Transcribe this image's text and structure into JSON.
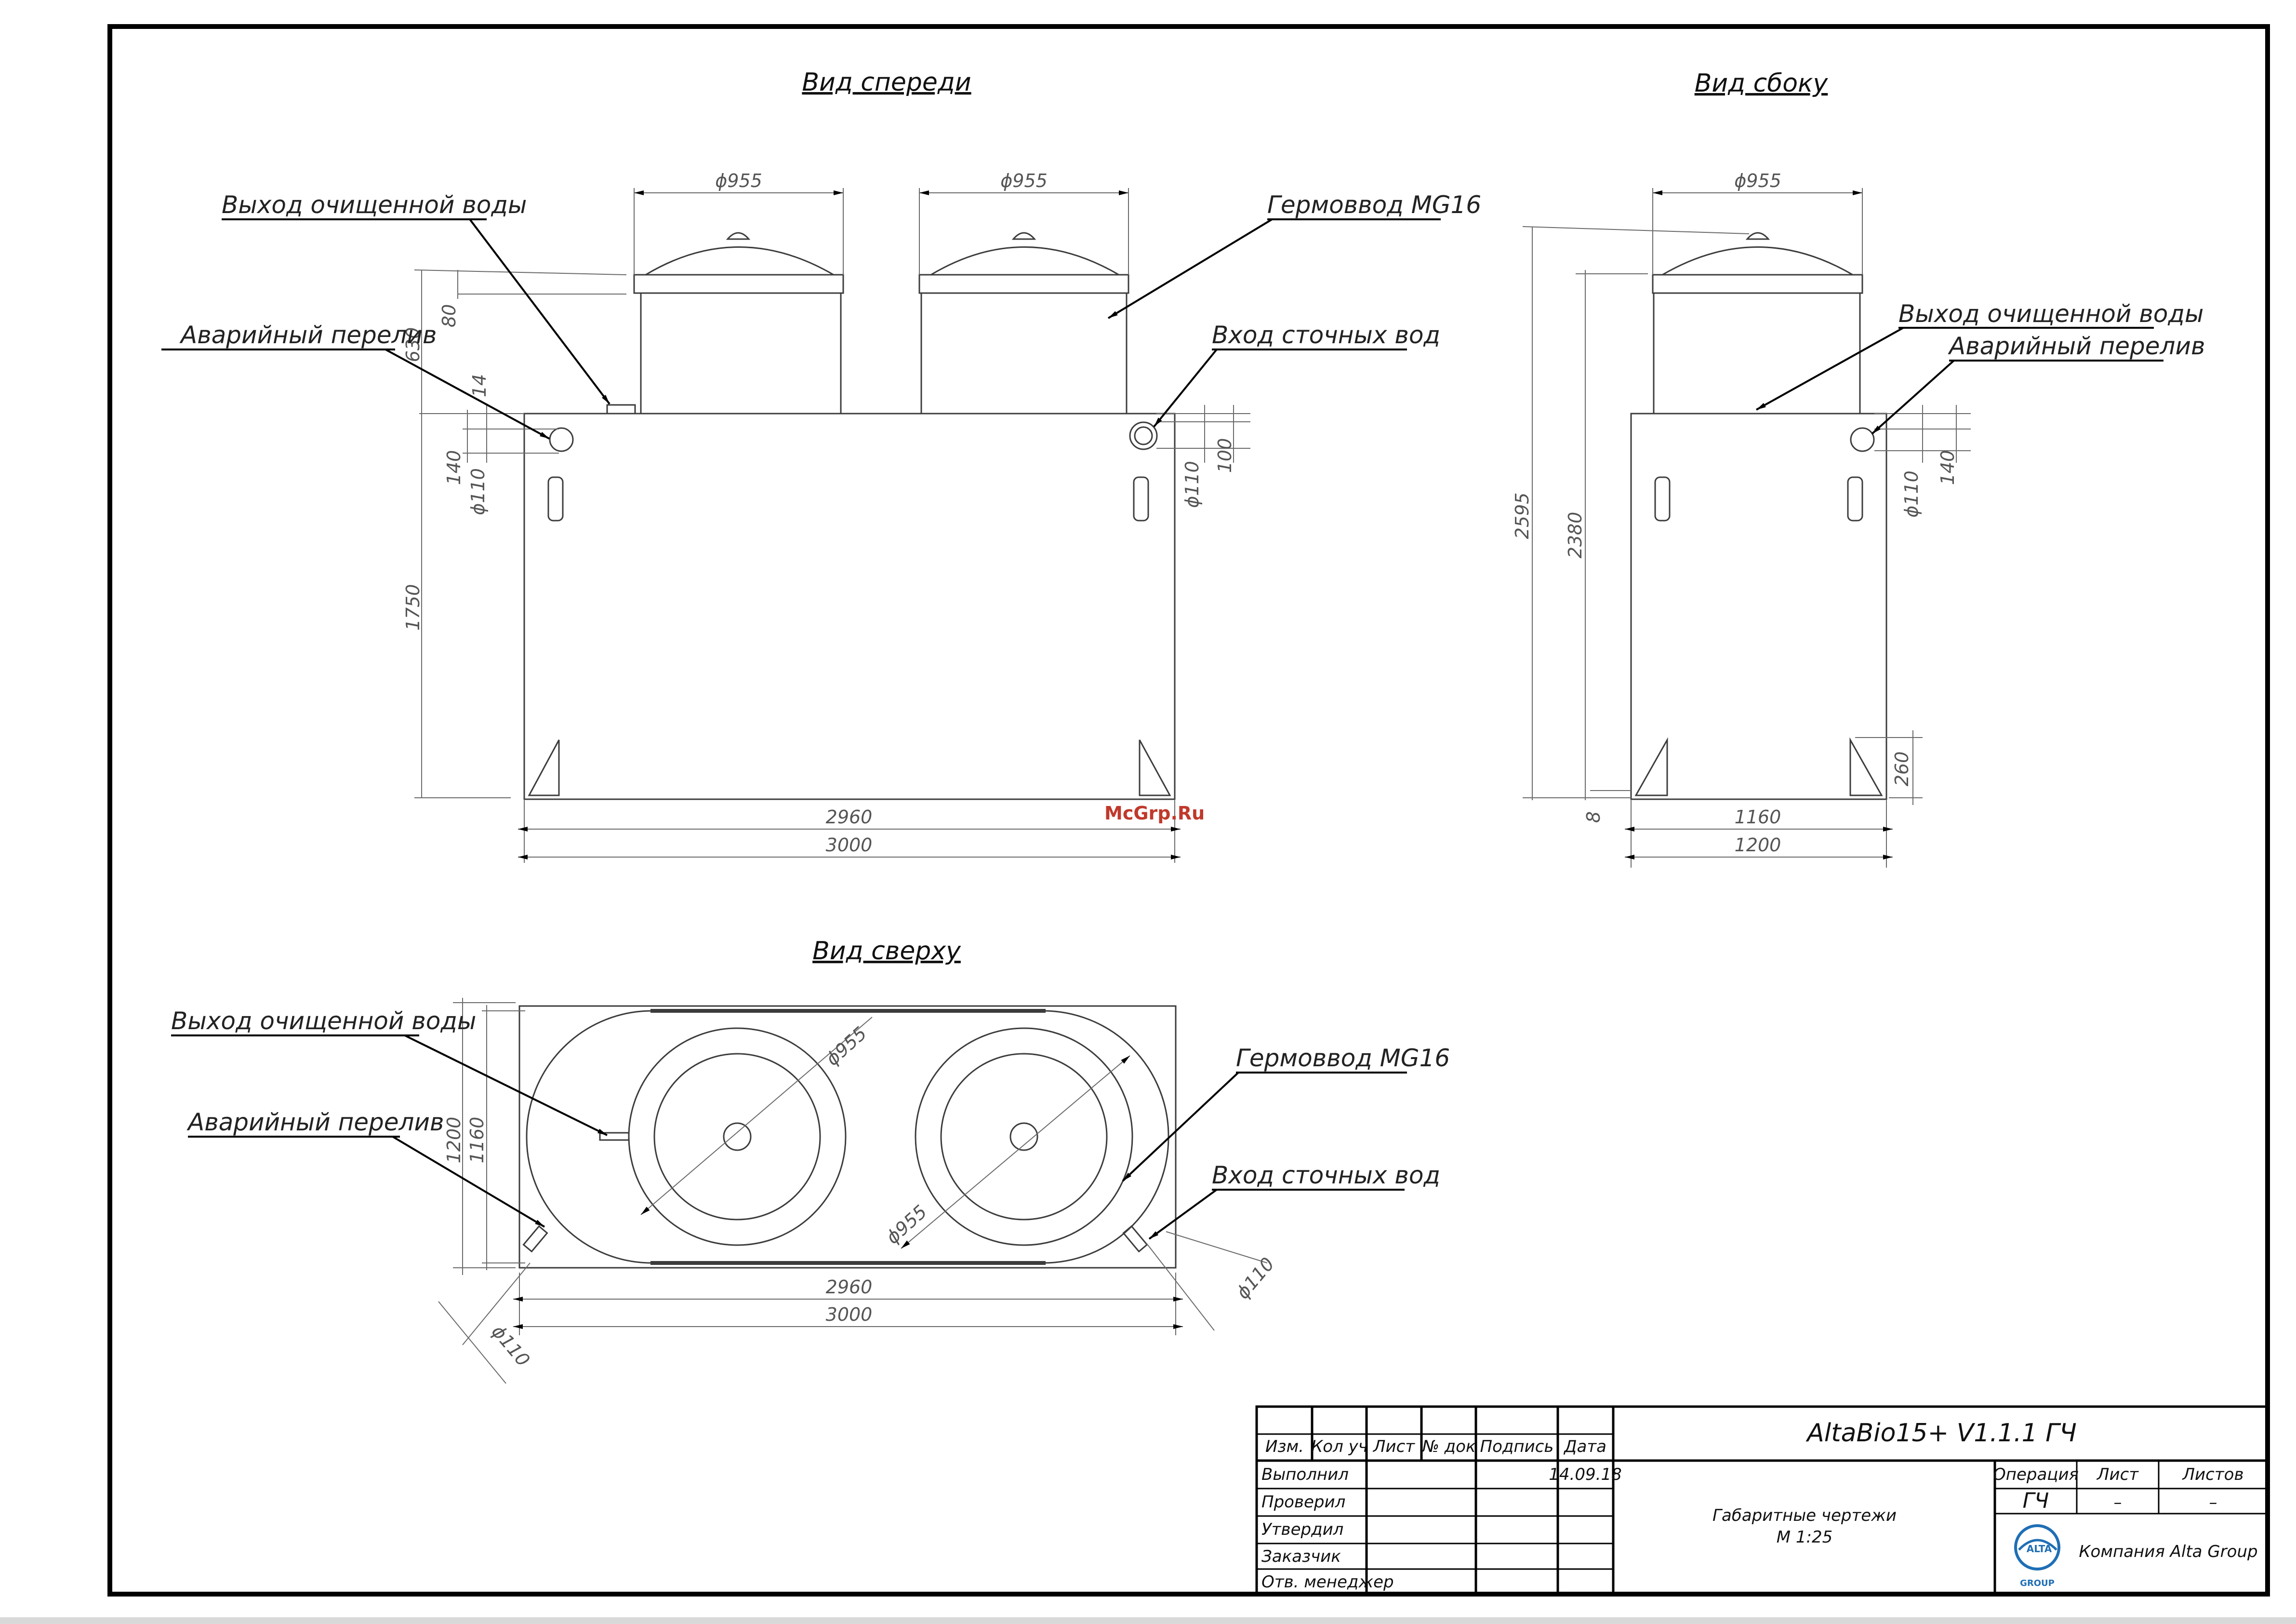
{
  "views": {
    "front": "Вид спереди",
    "side": "Вид сбоку",
    "top": "Вид сверху"
  },
  "callouts": {
    "front_outlet": "Выход очищенной воды",
    "front_overflow": "Аварийный перелив",
    "front_gland": "Гермоввод MG16",
    "front_inlet": "Вход сточных вод",
    "side_outlet": "Выход очищенной воды",
    "side_overflow": "Аварийный перелив",
    "top_outlet": "Выход очищенной воды",
    "top_overflow": "Аварийный перелив",
    "top_gland": "Гермоввод MG16",
    "top_inlet": "Вход сточных вод"
  },
  "dimensions": {
    "front": {
      "dia_left": "ϕ955",
      "dia_right": "ϕ955",
      "d80": "80",
      "d630": "630",
      "d14": "14",
      "d140": "140",
      "d110_left": "ϕ110",
      "d1750": "1750",
      "d110_right": "ϕ110",
      "d100": "100",
      "d2960": "2960",
      "d3000": "3000"
    },
    "side": {
      "dia": "ϕ955",
      "d2595": "2595",
      "d2380": "2380",
      "d110": "ϕ110",
      "d140": "140",
      "d260": "260",
      "d8": "8",
      "d1160": "1160",
      "d1200": "1200"
    },
    "top": {
      "d1200": "1200",
      "d1160": "1160",
      "dia_upper": "ϕ955",
      "dia_lower": "ϕ955",
      "d110_right": "ϕ110",
      "d110_left": "ϕ110",
      "d2960": "2960",
      "d3000": "3000"
    }
  },
  "watermark": "McGrp.Ru",
  "title_block": {
    "headers": [
      "Изм.",
      "Кол уч",
      "Лист",
      "№ док",
      "Подпись",
      "Дата"
    ],
    "rows": [
      "Выполнил",
      "Проверил",
      "Утвердил",
      "Заказчик",
      "Отв. менеджер"
    ],
    "date": "14.09.18",
    "doc_title": "AltaBio15+ V1.1.1 ГЧ",
    "description_line1": "Габаритные чертежи",
    "description_line2": "М 1:25",
    "col_operation": "Операция",
    "col_sheet": "Лист",
    "col_sheets": "Листов",
    "operation_value": "ГЧ",
    "sheet_value": "–",
    "sheets_value": "–",
    "company": "Компания Alta Group",
    "logo_text": "ALTA",
    "logo_sub": "GROUP"
  }
}
